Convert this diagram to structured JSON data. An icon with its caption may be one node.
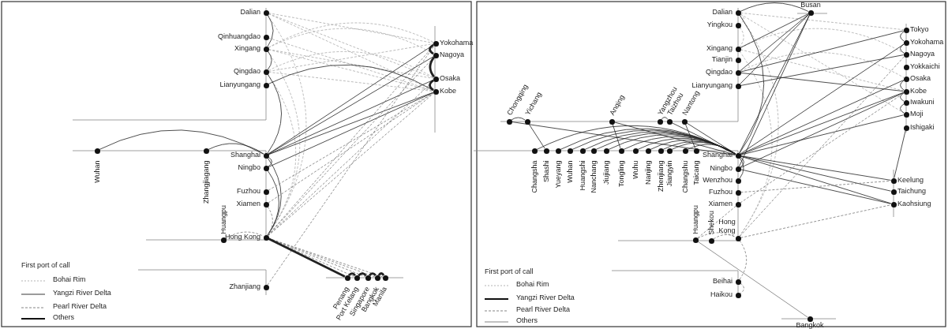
{
  "diagram": {
    "nodes": [
      {
        "text": [
          "Dalian"
        ]
      },
      {
        "text": [
          "Qinhuangdao"
        ]
      },
      {
        "text": [
          "Xingang"
        ]
      },
      {
        "text": [
          "Qingdao"
        ]
      },
      {
        "text": [
          "Lianyungang"
        ]
      },
      {
        "text": [
          "Wuhan"
        ]
      },
      {
        "text": [
          "Zhangjiagang"
        ]
      },
      {
        "text": [
          "Shanghai"
        ]
      },
      {
        "text": [
          "Ningbo"
        ]
      },
      {
        "text": [
          "Fuzhou"
        ]
      },
      {
        "text": [
          "Xiamen"
        ]
      },
      {
        "text": [
          "Huangpu"
        ]
      },
      {
        "text": [
          "Hong Kong"
        ]
      },
      {
        "text": [
          "Zhanjiang"
        ]
      },
      {
        "text": [
          "Yokohama"
        ]
      },
      {
        "text": [
          "Nagoya"
        ]
      },
      {
        "text": [
          "Osaka"
        ]
      },
      {
        "text": [
          "Kobe"
        ]
      },
      {
        "text": [
          "Penang"
        ]
      },
      {
        "text": [
          "Port Kelang"
        ]
      },
      {
        "text": [
          "Singapore"
        ]
      },
      {
        "text": [
          "Bangkok"
        ]
      },
      {
        "text": [
          "Manila"
        ]
      },
      {
        "text": [
          "Dalian"
        ]
      },
      {
        "text": [
          "Yingkou"
        ]
      },
      {
        "text": [
          "Xingang"
        ]
      },
      {
        "text": [
          "Tianjin"
        ]
      },
      {
        "text": [
          "Qingdao"
        ]
      },
      {
        "text": [
          "Lianyungang"
        ]
      },
      {
        "text": [
          "Busan"
        ]
      },
      {
        "text": [
          "Tokyo"
        ]
      },
      {
        "text": [
          "Yokohama"
        ]
      },
      {
        "text": [
          "Nagoya"
        ]
      },
      {
        "text": [
          "Yokkaichi"
        ]
      },
      {
        "text": [
          "Osaka"
        ]
      },
      {
        "text": [
          "Kobe"
        ]
      },
      {
        "text": [
          "Iwakuni"
        ]
      },
      {
        "text": [
          "Moji"
        ]
      },
      {
        "text": [
          "Ishigaki"
        ]
      },
      {
        "text": [
          "Chongqing"
        ]
      },
      {
        "text": [
          "Yichang"
        ]
      },
      {
        "text": [
          "Anqing"
        ]
      },
      {
        "text": [
          "Yangzhou"
        ]
      },
      {
        "text": [
          "Taizhou"
        ]
      },
      {
        "text": [
          "Nantong"
        ]
      },
      {
        "text": [
          "Changsha"
        ]
      },
      {
        "text": [
          "Shashi"
        ]
      },
      {
        "text": [
          "Yueyang"
        ]
      },
      {
        "text": [
          "Wuhan"
        ]
      },
      {
        "text": [
          "Huangshi"
        ]
      },
      {
        "text": [
          "Nanchang"
        ]
      },
      {
        "text": [
          "Jiujiang"
        ]
      },
      {
        "text": [
          "Tongling"
        ]
      },
      {
        "text": [
          "Wuhu"
        ]
      },
      {
        "text": [
          "Nanjing"
        ]
      },
      {
        "text": [
          "Zhenjiang"
        ]
      },
      {
        "text": [
          "Jiangyin"
        ]
      },
      {
        "text": [
          "Changshu"
        ]
      },
      {
        "text": [
          "Taicang"
        ]
      },
      {
        "text": [
          "Shanghai"
        ]
      },
      {
        "text": [
          "Ningbo"
        ]
      },
      {
        "text": [
          "Wenzhou"
        ]
      },
      {
        "text": [
          "Fuzhou"
        ]
      },
      {
        "text": [
          "Xiamen"
        ]
      },
      {
        "text": [
          "Huangpu"
        ]
      },
      {
        "text": [
          "Shekou"
        ]
      },
      {
        "text": [
          "Hong Kong"
        ]
      },
      {
        "text": [
          "Beihai"
        ]
      },
      {
        "text": [
          "Haikou"
        ]
      },
      {
        "text": [
          "Keelung"
        ]
      },
      {
        "text": [
          "Taichung"
        ]
      },
      {
        "text": [
          "Kaohsiung"
        ]
      },
      {
        "text": [
          "Bangkok"
        ]
      }
    ],
    "edges": [
      {
        "from": 0,
        "to": 14,
        "arrow": "none",
        "style": "dashed",
        "color": "#aaaaaa"
      },
      {
        "from": 0,
        "to": 17,
        "arrow": "none",
        "style": "dashed",
        "color": "#aaaaaa"
      },
      {
        "from": 0,
        "to": 16,
        "arrow": "none",
        "style": "dashed",
        "color": "#aaaaaa"
      },
      {
        "from": 1,
        "to": 17,
        "arrow": "none",
        "style": "dashed",
        "color": "#aaaaaa"
      },
      {
        "from": 2,
        "to": 14,
        "arrow": "none",
        "style": "dashed",
        "color": "#aaaaaa"
      },
      {
        "from": 2,
        "to": 15,
        "arrow": "none",
        "style": "dashed",
        "color": "#aaaaaa"
      },
      {
        "from": 2,
        "to": 16,
        "arrow": "none",
        "style": "dashed",
        "color": "#aaaaaa"
      },
      {
        "from": 2,
        "to": 17,
        "arrow": "none",
        "style": "dashed",
        "color": "#aaaaaa"
      },
      {
        "from": 3,
        "to": 14,
        "arrow": "none",
        "style": "dashed",
        "color": "#aaaaaa"
      },
      {
        "from": 3,
        "to": 16,
        "arrow": "none",
        "style": "dashed",
        "color": "#aaaaaa"
      },
      {
        "from": 3,
        "to": 17,
        "arrow": "none",
        "style": "dashed",
        "color": "#aaaaaa"
      },
      {
        "from": 0,
        "to": 12,
        "arrow": "none",
        "style": "dashed",
        "color": "#aaaaaa"
      },
      {
        "from": 2,
        "to": 12,
        "arrow": "none",
        "style": "dashed",
        "color": "#aaaaaa"
      },
      {
        "from": 3,
        "to": 12,
        "arrow": "none",
        "style": "dashed",
        "color": "#aaaaaa"
      },
      {
        "from": 0,
        "to": 2,
        "arrow": "none"
      },
      {
        "from": 2,
        "to": 3,
        "arrow": "none"
      },
      {
        "from": 3,
        "to": 7,
        "arrow": "none"
      },
      {
        "from": 4,
        "to": 17,
        "arrow": "none"
      },
      {
        "from": 5,
        "to": 7,
        "arrow": "none"
      },
      {
        "from": 6,
        "to": 7,
        "arrow": "none"
      },
      {
        "from": 7,
        "to": 14,
        "arrow": "none"
      },
      {
        "from": 7,
        "to": 15,
        "arrow": "none"
      },
      {
        "from": 7,
        "to": 16,
        "arrow": "none"
      },
      {
        "from": 7,
        "to": 17,
        "arrow": "none"
      },
      {
        "from": 7,
        "to": 8,
        "arrow": "none"
      },
      {
        "from": 7,
        "to": 12,
        "arrow": "none"
      },
      {
        "from": 8,
        "to": 12,
        "arrow": "none"
      },
      {
        "from": 8,
        "to": 17,
        "arrow": "none"
      },
      {
        "from": 12,
        "to": 14,
        "arrow": "none",
        "style": "dashed",
        "color": "#777777"
      },
      {
        "from": 12,
        "to": 15,
        "arrow": "none",
        "style": "dashed",
        "color": "#777777"
      },
      {
        "from": 12,
        "to": 16,
        "arrow": "none",
        "style": "dashed",
        "color": "#777777"
      },
      {
        "from": 12,
        "to": 17,
        "arrow": "none",
        "style": "dashed",
        "color": "#777777"
      },
      {
        "from": 11,
        "to": 12,
        "arrow": "none",
        "style": "dashed",
        "color": "#777777"
      },
      {
        "from": 9,
        "to": 17,
        "arrow": "none",
        "style": "dashed",
        "color": "#777777"
      },
      {
        "from": 10,
        "to": 17,
        "arrow": "none",
        "style": "dashed",
        "color": "#777777"
      },
      {
        "from": 10,
        "to": 12,
        "arrow": "none",
        "style": "dashed",
        "color": "#777777"
      },
      {
        "from": 13,
        "to": 14,
        "arrow": "none",
        "style": "dashed",
        "color": "#777777"
      },
      {
        "from": 12,
        "to": 19,
        "arrow": "none",
        "style": "dashed",
        "color": "#777777"
      },
      {
        "from": 12,
        "to": 20,
        "arrow": "none",
        "style": "dashed",
        "color": "#777777"
      },
      {
        "from": 12,
        "to": 21,
        "arrow": "none",
        "style": "dashed",
        "color": "#777777"
      },
      {
        "from": 12,
        "to": 22,
        "arrow": "none",
        "style": "dashed",
        "color": "#777777"
      },
      {
        "from": 12,
        "to": 18,
        "arrow": "none",
        "style": "thick"
      },
      {
        "from": 14,
        "to": 15,
        "arrow": "none",
        "style": "thick"
      },
      {
        "from": 15,
        "to": 16,
        "arrow": "none",
        "style": "thick"
      },
      {
        "from": 16,
        "to": 17,
        "arrow": "none",
        "style": "thick"
      },
      {
        "from": 18,
        "to": 19,
        "arrow": "none",
        "style": "thick"
      },
      {
        "from": 19,
        "to": 20,
        "arrow": "none",
        "style": "thick"
      },
      {
        "from": 20,
        "to": 21,
        "arrow": "none",
        "style": "thick"
      },
      {
        "from": 21,
        "to": 22,
        "arrow": "none",
        "style": "thick"
      },
      {
        "from": 23,
        "to": 30,
        "arrow": "none",
        "style": "dashed",
        "color": "#aaaaaa"
      },
      {
        "from": 23,
        "to": 37,
        "arrow": "none",
        "style": "dashed",
        "color": "#aaaaaa"
      },
      {
        "from": 25,
        "to": 32,
        "arrow": "none",
        "style": "dashed",
        "color": "#aaaaaa"
      },
      {
        "from": 25,
        "to": 35,
        "arrow": "none",
        "style": "dashed",
        "color": "#aaaaaa"
      },
      {
        "from": 23,
        "to": 24,
        "arrow": "none",
        "style": "dashed",
        "color": "#aaaaaa"
      },
      {
        "from": 24,
        "to": 25,
        "arrow": "none",
        "style": "dashed",
        "color": "#aaaaaa"
      },
      {
        "from": 27,
        "to": 34,
        "arrow": "none",
        "style": "dashed",
        "color": "#aaaaaa"
      },
      {
        "from": 23,
        "to": 66,
        "arrow": "none",
        "style": "dashed",
        "color": "#aaaaaa"
      },
      {
        "from": 25,
        "to": 66,
        "arrow": "none",
        "style": "dashed",
        "color": "#aaaaaa"
      },
      {
        "from": 29,
        "to": 23,
        "arrow": "none"
      },
      {
        "from": 29,
        "to": 25,
        "arrow": "none"
      },
      {
        "from": 29,
        "to": 27,
        "arrow": "none"
      },
      {
        "from": 29,
        "to": 28,
        "arrow": "none"
      },
      {
        "from": 29,
        "to": 59,
        "arrow": "none"
      },
      {
        "from": 29,
        "to": 60,
        "arrow": "none"
      },
      {
        "from": 27,
        "to": 30,
        "arrow": "none"
      },
      {
        "from": 27,
        "to": 35,
        "arrow": "none"
      },
      {
        "from": 28,
        "to": 32,
        "arrow": "none"
      },
      {
        "from": 23,
        "to": 59,
        "arrow": "none"
      },
      {
        "from": 59,
        "to": 31,
        "arrow": "none"
      },
      {
        "from": 59,
        "to": 34,
        "arrow": "none"
      },
      {
        "from": 59,
        "to": 35,
        "arrow": "none"
      },
      {
        "from": 59,
        "to": 37,
        "arrow": "none"
      },
      {
        "from": 59,
        "to": 69,
        "arrow": "none"
      },
      {
        "from": 59,
        "to": 70,
        "arrow": "none"
      },
      {
        "from": 59,
        "to": 71,
        "arrow": "none"
      },
      {
        "from": 60,
        "to": 35,
        "arrow": "none"
      },
      {
        "from": 60,
        "to": 71,
        "arrow": "none"
      },
      {
        "from": 59,
        "to": 60,
        "arrow": "none"
      },
      {
        "from": 59,
        "to": 61,
        "arrow": "none"
      },
      {
        "from": 39,
        "to": 40,
        "arrow": "none"
      },
      {
        "from": 40,
        "to": 46,
        "arrow": "none"
      },
      {
        "from": 41,
        "to": 52,
        "arrow": "none"
      },
      {
        "from": 42,
        "to": 43,
        "arrow": "none"
      },
      {
        "from": 44,
        "to": 58,
        "arrow": "none"
      },
      {
        "from": 39,
        "to": 59,
        "arrow": "none"
      },
      {
        "from": 41,
        "to": 59,
        "arrow": "none"
      },
      {
        "from": 43,
        "to": 59,
        "arrow": "none"
      },
      {
        "from": 44,
        "to": 59,
        "arrow": "none"
      },
      {
        "from": 45,
        "to": 59,
        "arrow": "none"
      },
      {
        "from": 47,
        "to": 59,
        "arrow": "none"
      },
      {
        "from": 48,
        "to": 59,
        "arrow": "none"
      },
      {
        "from": 49,
        "to": 59,
        "arrow": "none"
      },
      {
        "from": 50,
        "to": 59,
        "arrow": "none"
      },
      {
        "from": 51,
        "to": 59,
        "arrow": "none"
      },
      {
        "from": 52,
        "to": 59,
        "arrow": "none"
      },
      {
        "from": 53,
        "to": 59,
        "arrow": "none"
      },
      {
        "from": 54,
        "to": 59,
        "arrow": "none"
      },
      {
        "from": 55,
        "to": 59,
        "arrow": "none"
      },
      {
        "from": 56,
        "to": 59,
        "arrow": "none"
      },
      {
        "from": 57,
        "to": 59,
        "arrow": "none"
      },
      {
        "from": 30,
        "to": 31,
        "arrow": "none"
      },
      {
        "from": 31,
        "to": 32,
        "arrow": "none"
      },
      {
        "from": 34,
        "to": 35,
        "arrow": "none"
      },
      {
        "from": 35,
        "to": 36,
        "arrow": "none"
      },
      {
        "from": 36,
        "to": 37,
        "arrow": "none"
      },
      {
        "from": 38,
        "to": 69,
        "arrow": "none"
      },
      {
        "from": 66,
        "to": 71,
        "arrow": "none",
        "style": "dashed",
        "color": "#777777"
      },
      {
        "from": 63,
        "to": 35,
        "arrow": "none",
        "style": "dashed",
        "color": "#777777"
      },
      {
        "from": 62,
        "to": 69,
        "arrow": "none",
        "style": "dashed",
        "color": "#777777"
      },
      {
        "from": 64,
        "to": 66,
        "arrow": "none",
        "style": "dashed",
        "color": "#777777"
      },
      {
        "from": 65,
        "to": 66,
        "arrow": "none",
        "style": "dashed",
        "color": "#777777"
      },
      {
        "from": 63,
        "to": 64,
        "arrow": "none",
        "style": "dashed",
        "color": "#777777"
      },
      {
        "from": 67,
        "to": 66,
        "arrow": "none",
        "style": "dashed",
        "color": "#777777"
      },
      {
        "from": 67,
        "to": 68,
        "arrow": "none",
        "style": "dashed",
        "color": "#777777"
      },
      {
        "from": 66,
        "to": 32,
        "arrow": "none",
        "style": "dashed",
        "color": "#777777"
      },
      {
        "from": 64,
        "to": 72,
        "arrow": "none",
        "color": "#777777"
      }
    ],
    "labels": [
      "First port of call",
      "First port of call"
    ],
    "legend": [
      {
        "text": "Bohai Rim"
      },
      {
        "text": "Yangzi River Delta"
      },
      {
        "text": "Pearl River Delta"
      },
      {
        "text": "Others"
      },
      {
        "text": "Bohai Rim"
      },
      {
        "text": "Yangzi River Delta"
      },
      {
        "text": "Pearl River Delta"
      },
      {
        "text": "Others"
      }
    ]
  }
}
